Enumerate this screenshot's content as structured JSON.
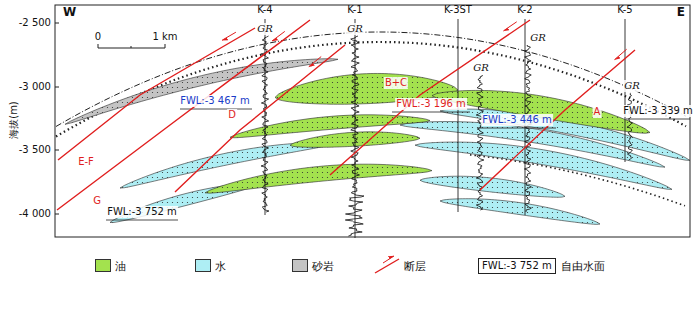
{
  "diagram": {
    "labels": [
      "W",
      "E",
      "K-4",
      "K-1",
      "K-3ST",
      "K-2",
      "K-5",
      "GR",
      "GR",
      "GR",
      "GR",
      "GR",
      "0",
      "1 km",
      "海拔(m)",
      "-2 500",
      "-3 000",
      "-3 500",
      "-4 000",
      "B+C",
      "A",
      "D",
      "E-F",
      "G",
      "FWL:-3 196 m",
      "FWL:-3 467 m",
      "FWL:-3 446 m",
      "FWL:-3 752 m",
      "FWL:-3 339 m",
      "FWL:-3 752 m"
    ],
    "legend": [
      {
        "text": "油",
        "color": "#a3e24e"
      },
      {
        "text": "水",
        "color": "#aeeef4"
      },
      {
        "text": "砂岩",
        "color": "#c4c4c4"
      },
      {
        "text": "断层"
      },
      {
        "text": "自由水面"
      }
    ]
  }
}
